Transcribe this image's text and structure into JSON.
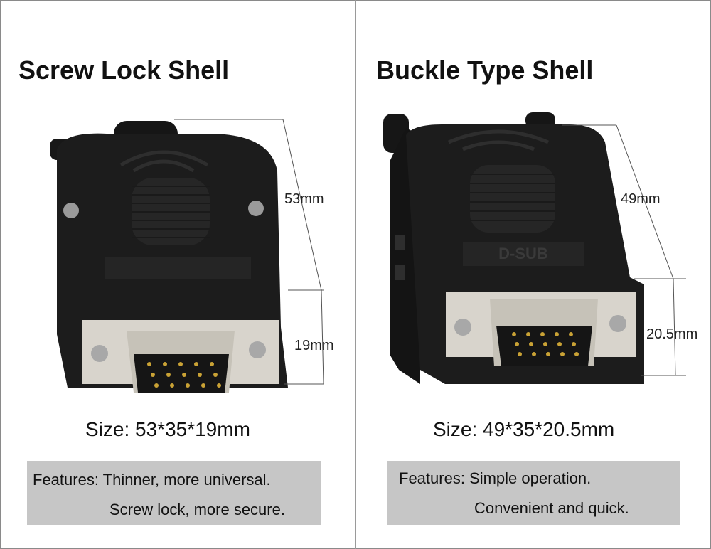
{
  "left": {
    "title": "Screw Lock Shell",
    "dimensions": {
      "height": "53mm",
      "depth": "19mm"
    },
    "embossed_text": "",
    "size": "Size: 53*35*19mm",
    "features_line1": "Features: Thinner, more universal.",
    "features_line2": "Screw lock, more secure."
  },
  "right": {
    "title": "Buckle Type Shell",
    "dimensions": {
      "height": "49mm",
      "depth": "20.5mm"
    },
    "embossed_text": "D-SUB",
    "size": "Size: 49*35*20.5mm",
    "features_line1": "Features: Simple operation.",
    "features_line2": "Convenient and quick."
  },
  "colors": {
    "background": "#ffffff",
    "shell": "#1c1c1c",
    "metal": "#d8d4cc",
    "pins": "#c9a235",
    "feature_box": "#c6c6c6"
  }
}
